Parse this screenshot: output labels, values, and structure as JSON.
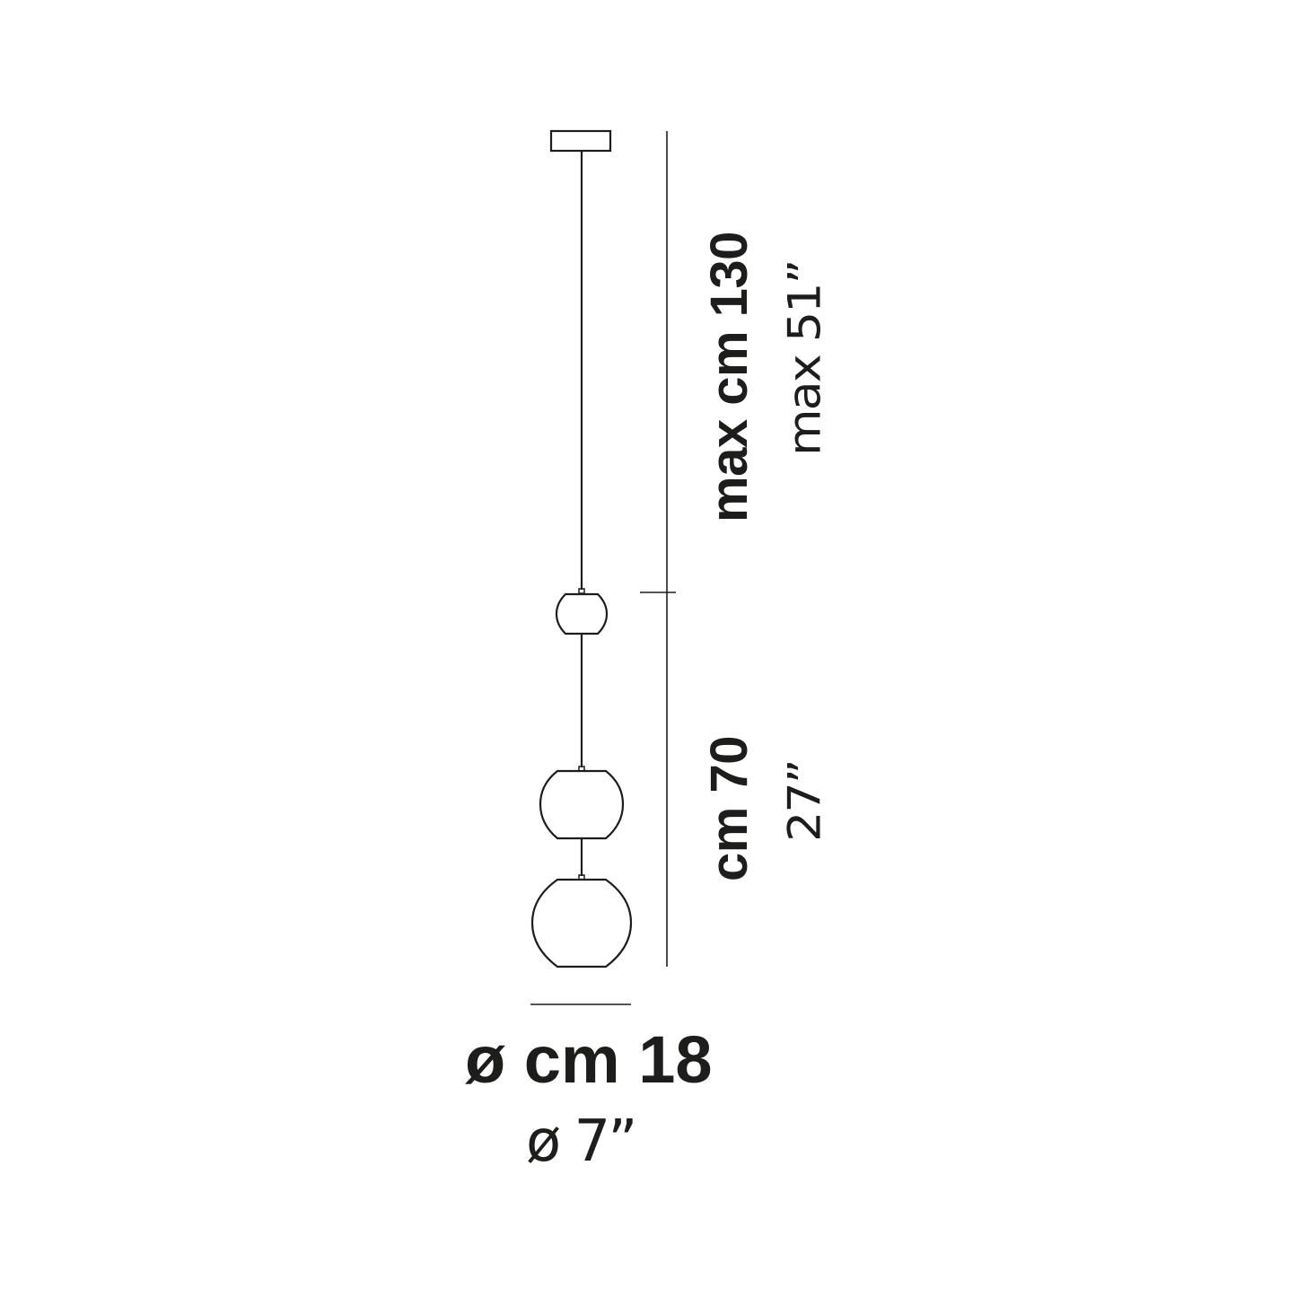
{
  "diagram": {
    "type": "pendant lamp dimension drawing",
    "components": [
      "ceiling canopy",
      "suspension cable",
      "small glass sphere",
      "medium glass sphere",
      "large glass sphere"
    ],
    "stroke_color": "#1d1d1b"
  },
  "dimensions": {
    "cable_length": {
      "metric": "max cm 130",
      "imperial": "max 51”"
    },
    "body_height": {
      "metric": "cm 70",
      "imperial": "27”"
    },
    "diameter": {
      "metric": "ø cm 18",
      "imperial": "ø 7”"
    }
  }
}
